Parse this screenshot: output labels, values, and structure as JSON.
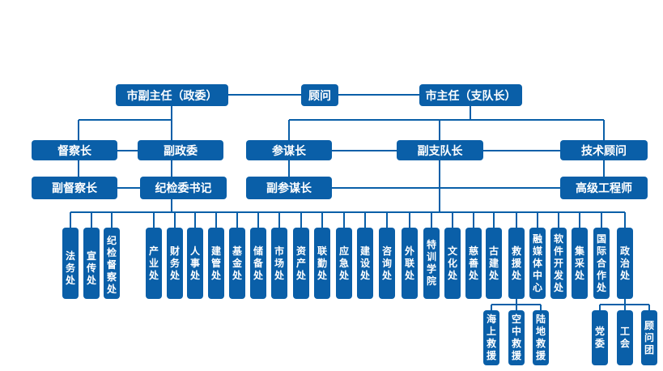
{
  "org": {
    "vice_mayor": "市副主任（政委）",
    "advisor": "顾问",
    "chief": "市主任（支队长）",
    "inspector": "督察长",
    "deputy_commissar": "副政委",
    "chief_of_staff": "参谋长",
    "deputy_captain": "副支队长",
    "tech_advisor": "技术顾问",
    "deputy_inspector": "副督察长",
    "discipline_secretary": "纪检委书记",
    "deputy_chief_of_staff": "副参谋长",
    "senior_engineer": "高级工程师",
    "discipline_depts": [
      "法务处",
      "宣传处",
      "纪检督察处"
    ],
    "departments": [
      "产业处",
      "财务处",
      "人事处",
      "建管处",
      "基金处",
      "储备处",
      "市场处",
      "资产处",
      "联勤处",
      "应急处",
      "建设处",
      "咨询处",
      "外联处",
      "特训学院",
      "文化处",
      "慈善处",
      "古建处",
      "救援处",
      "融媒体中心",
      "软件开发处",
      "集采处",
      "国际合作处",
      "政治处"
    ],
    "rescue_units": [
      "海上救援",
      "空中救援",
      "陆地救援"
    ],
    "politics_units": [
      "党委",
      "工会",
      "顾问团"
    ]
  }
}
